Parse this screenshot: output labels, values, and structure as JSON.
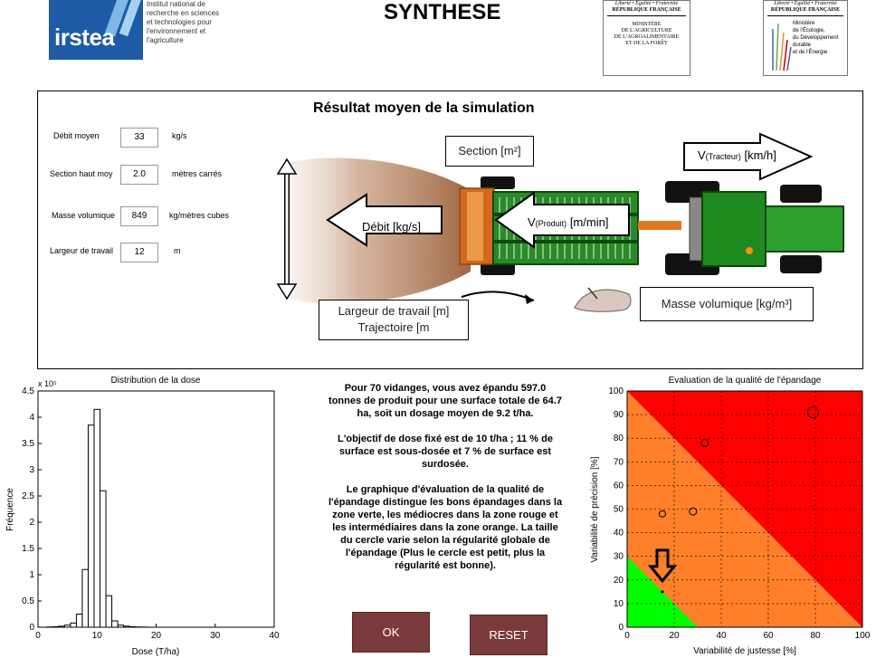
{
  "header": {
    "logo_text": "irstea",
    "institute_lines": [
      "Institut national de",
      "recherche en sciences",
      "et technologies pour",
      "l'environnement et",
      "l'agriculture"
    ],
    "title": "SYNTHESE",
    "ministry1": {
      "motto": "Liberté • Égalité • Fraternité",
      "republic": "RÉPUBLIQUE FRANÇAISE",
      "lines": [
        "MINISTÈRE",
        "DE L'AGRICULTURE",
        "DE L'AGROALIMENTAIRE",
        "ET DE LA FORÊT"
      ]
    },
    "ministry2": {
      "motto": "Liberté • Égalité • Fraternité",
      "republic": "RÉPUBLIQUE FRANÇAISE",
      "lines": [
        "Ministère",
        "de l'Écologie,",
        "du Développement",
        "durable",
        "et de l'Énergie"
      ]
    }
  },
  "simulation": {
    "title": "Résultat moyen de la simulation",
    "params": [
      {
        "label": "Débit moyen",
        "value": "33",
        "unit": "kg/s"
      },
      {
        "label": "Section haut moy",
        "value": "2.0",
        "unit": "mètres carrés"
      },
      {
        "label": "Masse volumique",
        "value": "849",
        "unit": "kg/mètres cubes"
      },
      {
        "label": "Largeur de travail",
        "value": "12",
        "unit": "m"
      }
    ],
    "labels": {
      "section": "Section [m²]",
      "v_tracteur_main": "V",
      "v_tracteur_sub": "(Tracteur)",
      "v_tracteur_unit": "[km/h]",
      "debit": "Débit [kg/s]",
      "v_produit_main": "V",
      "v_produit_sub": "(Produit)",
      "v_produit_unit": "[m/min]",
      "largeur": "Largeur de travail [m]",
      "trajectoire": "Trajectoire [m",
      "masse": "Masse volumique [kg/m³]"
    }
  },
  "summary": {
    "p1": "Pour 70 vidanges, vous avez épandu 597.0 tonnes de produit pour une surface totale de 64.7 ha, soit un dosage moyen de 9.2 t/ha.",
    "p2": "L'objectif de dose fixé est de 10 t/ha ; 11 % de surface est sous-dosée et 7 % de surface est surdosée.",
    "p3": "Le graphique d'évaluation de la qualité de l'épandage distingue les bons épandages dans la zone verte, les médiocres dans la zone rouge et les intermédiaires dans la zone orange. La taille du cercle varie selon la régularité globale de l'épandage (Plus le cercle est petit, plus la régularité est bonne)."
  },
  "buttons": {
    "ok": "OK",
    "reset": "RESET"
  },
  "chart_data": [
    {
      "type": "bar",
      "title": "Distribution de la dose",
      "xlabel": "Dose (T/ha)",
      "ylabel": "Fréquence",
      "y_multiplier": "x 10⁵",
      "xlim": [
        0,
        40
      ],
      "ylim": [
        0,
        4.5
      ],
      "xticks": [
        "0",
        "10",
        "20",
        "30",
        "40"
      ],
      "yticks": [
        "0",
        "0.5",
        "1",
        "1.5",
        "2",
        "2.5",
        "3",
        "3.5",
        "4",
        "4.5"
      ],
      "bin_width": 1,
      "bins": [
        {
          "x": 2,
          "y": 0.005
        },
        {
          "x": 3,
          "y": 0.01
        },
        {
          "x": 4,
          "y": 0.02
        },
        {
          "x": 5,
          "y": 0.04
        },
        {
          "x": 6,
          "y": 0.08
        },
        {
          "x": 7,
          "y": 0.25
        },
        {
          "x": 8,
          "y": 1.1
        },
        {
          "x": 9,
          "y": 3.85
        },
        {
          "x": 10,
          "y": 4.15
        },
        {
          "x": 11,
          "y": 2.6
        },
        {
          "x": 12,
          "y": 0.6
        },
        {
          "x": 13,
          "y": 0.12
        },
        {
          "x": 14,
          "y": 0.04
        },
        {
          "x": 15,
          "y": 0.02
        },
        {
          "x": 16,
          "y": 0.01
        },
        {
          "x": 17,
          "y": 0.005
        },
        {
          "x": 18,
          "y": 0.003
        }
      ]
    },
    {
      "type": "scatter",
      "title": "Evaluation de la qualité de l'épandage",
      "xlabel": "Variabilité de justesse [%]",
      "ylabel": "Variabilité de précision [%]",
      "xlim": [
        0,
        100
      ],
      "ylim": [
        0,
        100
      ],
      "xticks": [
        "0",
        "20",
        "40",
        "60",
        "80",
        "100"
      ],
      "yticks": [
        "0",
        "10",
        "20",
        "30",
        "40",
        "50",
        "60",
        "70",
        "80",
        "90",
        "100"
      ],
      "grid": true,
      "zones": [
        {
          "name": "verte",
          "color": "#00ff00",
          "boundary": 30
        },
        {
          "name": "orange",
          "color": "#ff7f2a",
          "boundary": 100
        },
        {
          "name": "rouge",
          "color": "#ff0000"
        }
      ],
      "points": [
        {
          "x": 79,
          "y": 91,
          "r": 6
        },
        {
          "x": 33,
          "y": 78,
          "r": 4
        },
        {
          "x": 28,
          "y": 49,
          "r": 4
        },
        {
          "x": 15,
          "y": 48,
          "r": 3.5
        },
        {
          "x": 15,
          "y": 15,
          "r": 1.5
        }
      ],
      "arrow_point": {
        "x": 15,
        "y": 15
      }
    }
  ]
}
